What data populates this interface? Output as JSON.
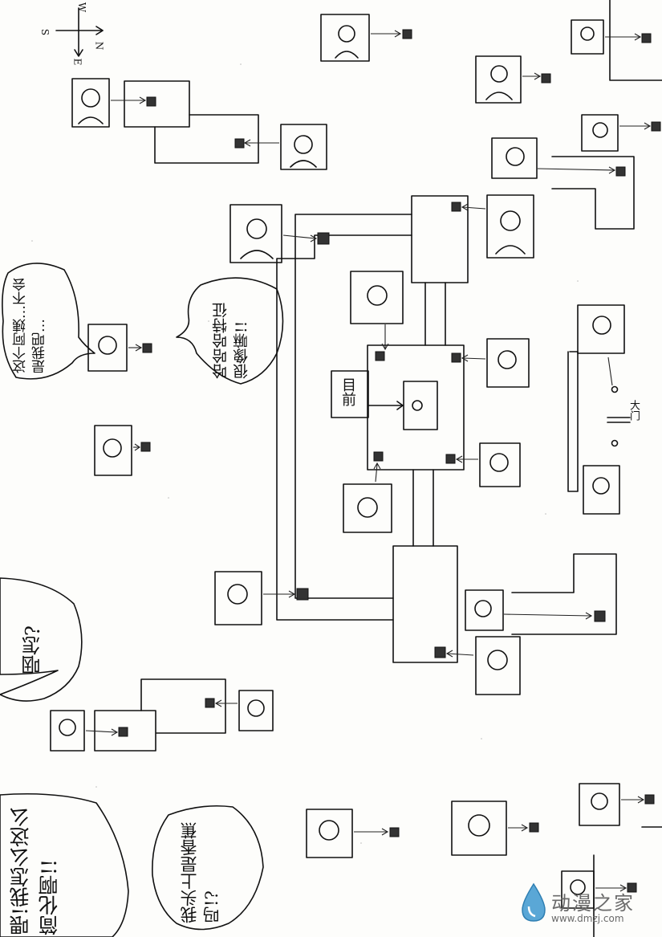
{
  "compass": {
    "w": "W",
    "s": "S",
    "n": "N",
    "e": "E"
  },
  "labels": {
    "screen": "目前",
    "door": "大门"
  },
  "bubbles": [
    {
      "id": "b1",
      "text": "这个阿姨…不会是我吧…"
    },
    {
      "id": "b2",
      "text": "哈哈哈特征很像嘛!!"
    },
    {
      "id": "b3",
      "text": "咽怎?"
    },
    {
      "id": "b4",
      "text": "我头上是香蕉吗!?"
    },
    {
      "id": "b5",
      "text": "喂!我怎么这么简化啊!!"
    }
  ],
  "watermark": {
    "cn": "动漫之家",
    "url": "www.dmzj.com"
  }
}
